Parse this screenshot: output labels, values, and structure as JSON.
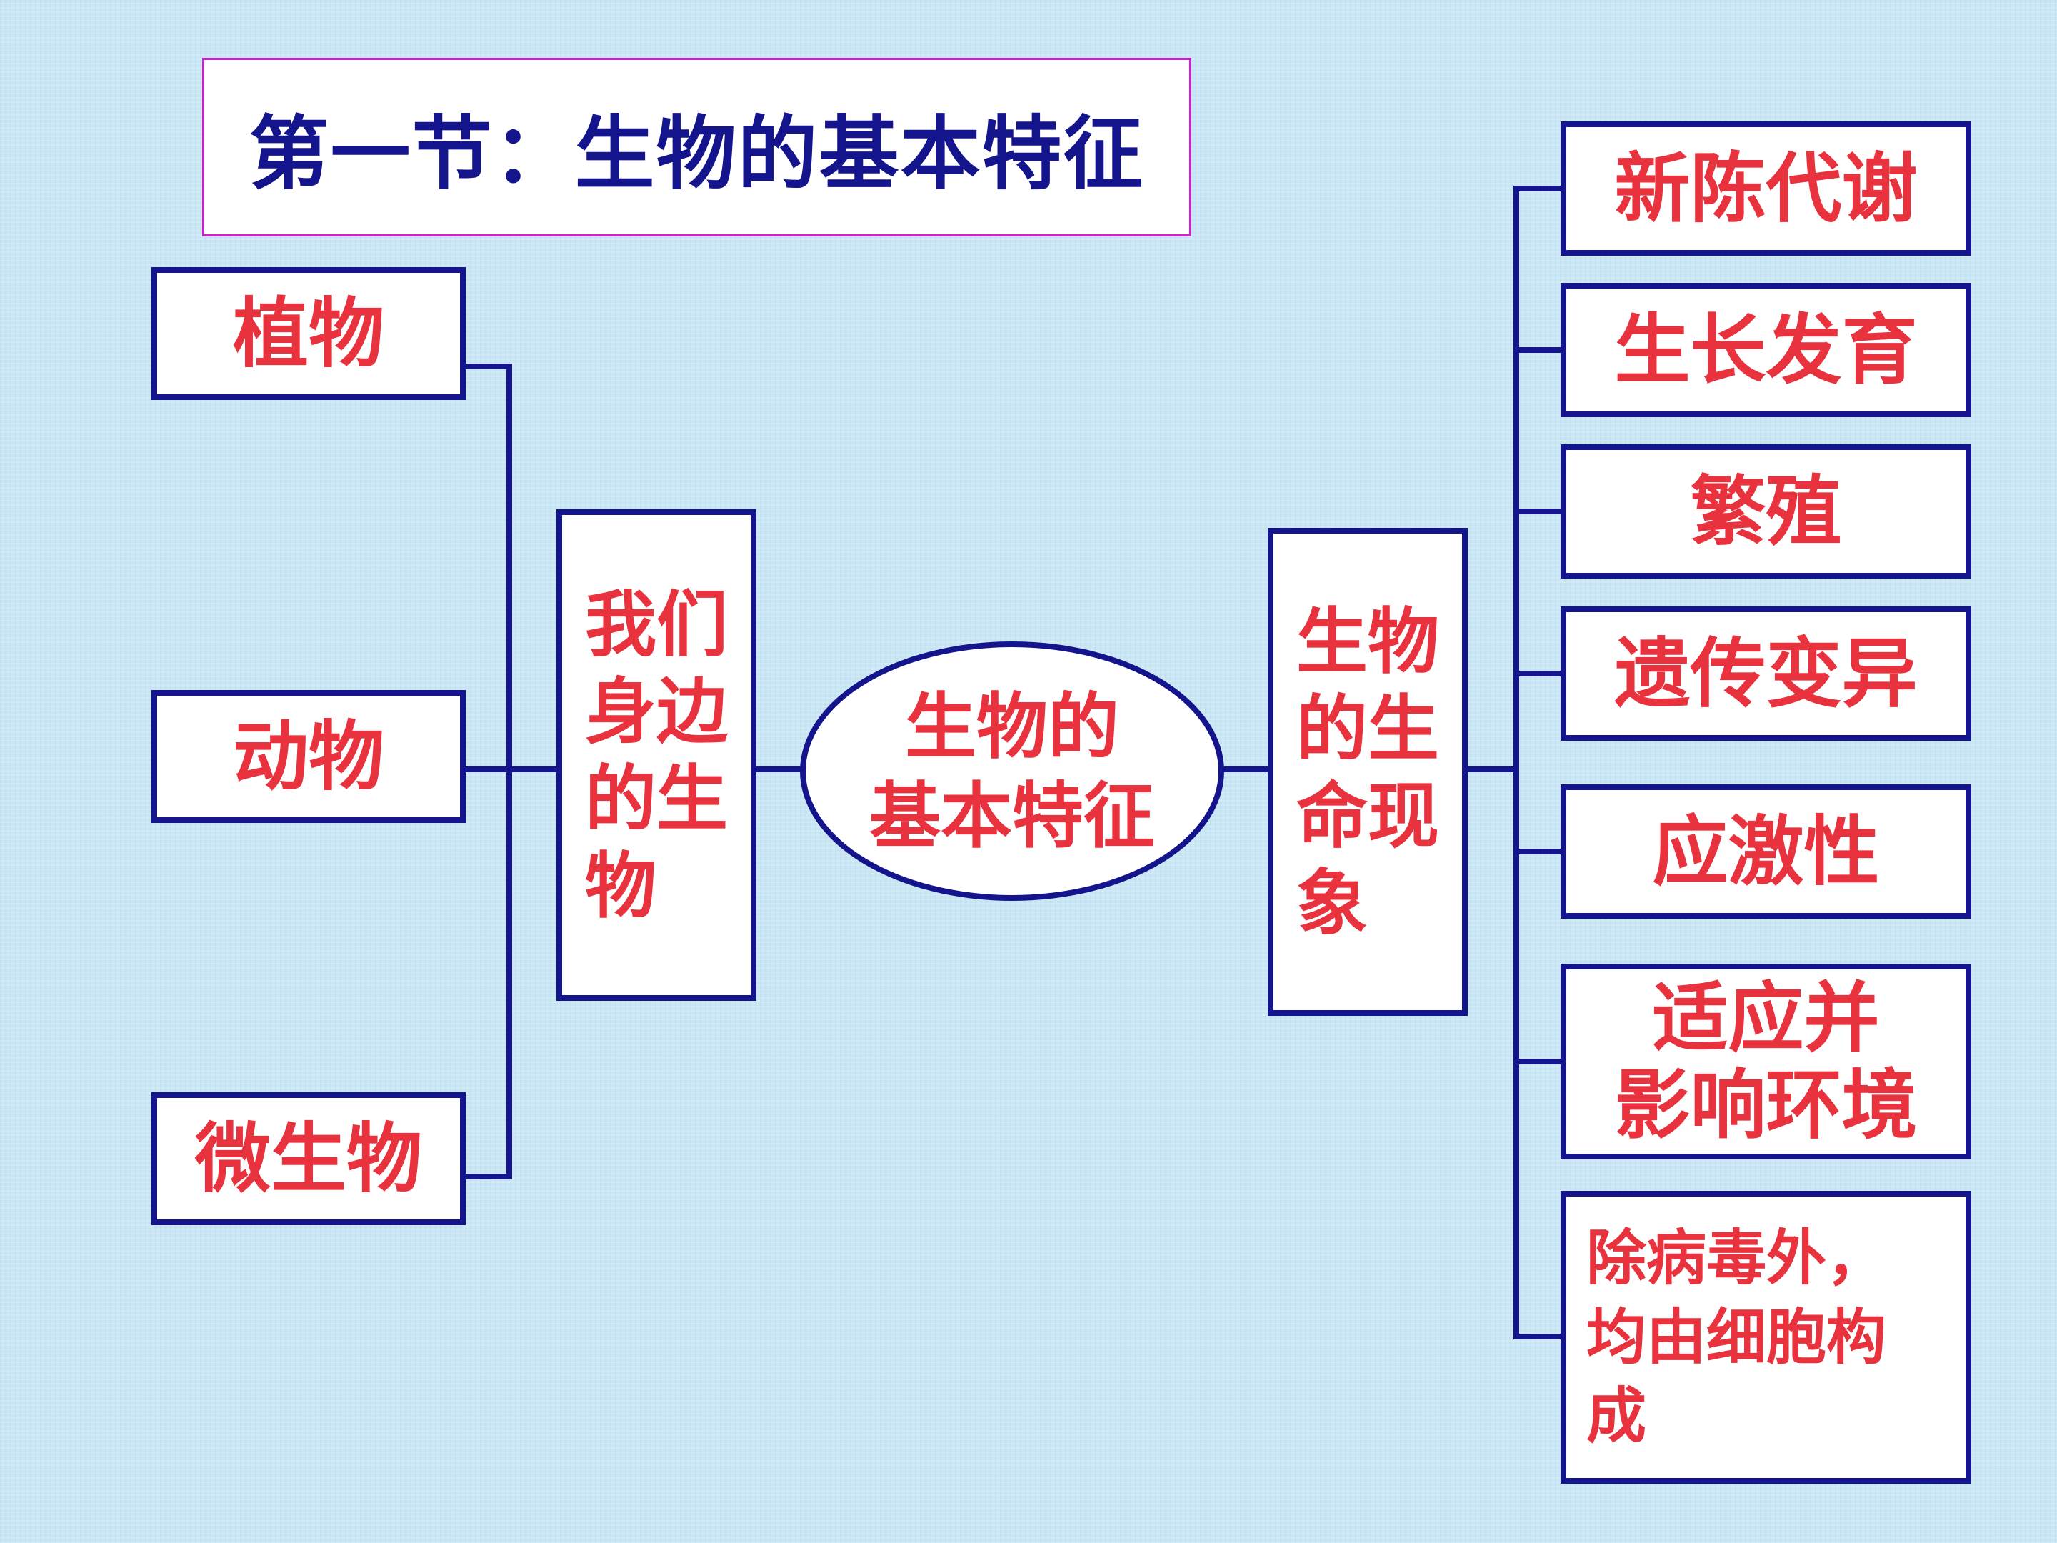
{
  "title": "第一节：生物的基本特征",
  "center": {
    "line1": "生物的",
    "line2": "基本特征"
  },
  "left_group": {
    "lines": [
      "我们",
      "身边",
      "的生",
      "物"
    ]
  },
  "left_items": [
    "植物",
    "动物",
    "微生物"
  ],
  "right_group": {
    "lines": [
      "生物",
      "的生",
      "命现",
      "象"
    ]
  },
  "right_items": {
    "i1": "新陈代谢",
    "i2": "生长发育",
    "i3": "繁殖",
    "i4": "遗传变异",
    "i5": "应激性",
    "i6": [
      "适应并",
      "影响环境"
    ],
    "i7": [
      "除病毒外，",
      "均由细胞构",
      "成"
    ]
  },
  "colors": {
    "border": "#14148c",
    "text": "#e8323e",
    "title_text": "#14148c",
    "title_border": "#cc22cc",
    "background": "#c9e6f4"
  }
}
